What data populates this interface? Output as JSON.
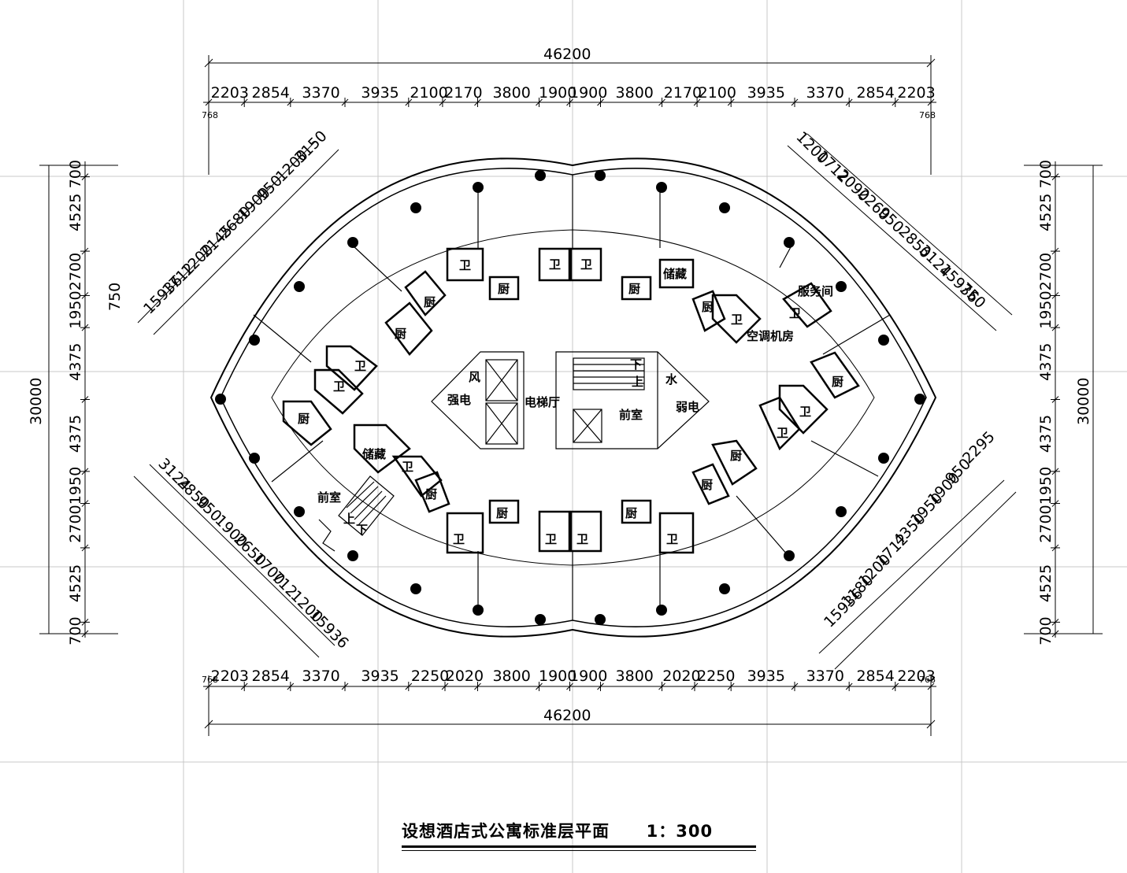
{
  "drawing": {
    "title": "设想酒店式公寓标准层平面",
    "scale": "1：300"
  },
  "dimensions": {
    "overall_width": "46200",
    "overall_height": "30000",
    "top_segments": [
      "2203",
      "2854",
      "3370",
      "3935",
      "2100",
      "2170",
      "3800",
      "1900",
      "1900",
      "3800",
      "2170",
      "2100",
      "3935",
      "3370",
      "2854",
      "2203"
    ],
    "bottom_segments": [
      "2203",
      "2854",
      "3370",
      "3935",
      "2250",
      "2020",
      "3800",
      "1900",
      "1900",
      "3800",
      "2020",
      "2250",
      "3935",
      "3370",
      "2854",
      "2203"
    ],
    "edge_offset": "768",
    "left_segments": [
      "700",
      "4525",
      "2700",
      "1950",
      "4375",
      "4375",
      "1950",
      "2700",
      "4525",
      "700"
    ],
    "right_segments": [
      "700",
      "4525",
      "2700",
      "1950",
      "4375",
      "4375",
      "1950",
      "2700",
      "4525",
      "700"
    ],
    "side_750": "750",
    "diag_top_left": [
      "15936",
      "1712",
      "1200",
      "2145",
      "2680",
      "1900",
      "950",
      "1200",
      "3150"
    ],
    "diag_top_right": [
      "1200",
      "1712",
      "2090",
      "2260",
      "950",
      "2850",
      "3124",
      "15936",
      "750"
    ],
    "diag_bottom_left": [
      "3124",
      "2850",
      "950",
      "1900",
      "2650",
      "1700",
      "712",
      "1200",
      "15936"
    ],
    "diag_bottom_right": [
      "2295",
      "950",
      "1900",
      "1950",
      "4350",
      "1712",
      "1200",
      "1180",
      "15936"
    ]
  },
  "rooms": {
    "bath": "卫",
    "kitchen": "厨",
    "storage": "储藏",
    "service": "服务间",
    "ac_room": "空调机房",
    "elevator_hall": "电梯厅",
    "vestibule": "前室",
    "strong_elec": "强电",
    "weak_elec": "弱电",
    "wind": "风",
    "water": "水",
    "down": "下",
    "up": "上"
  }
}
